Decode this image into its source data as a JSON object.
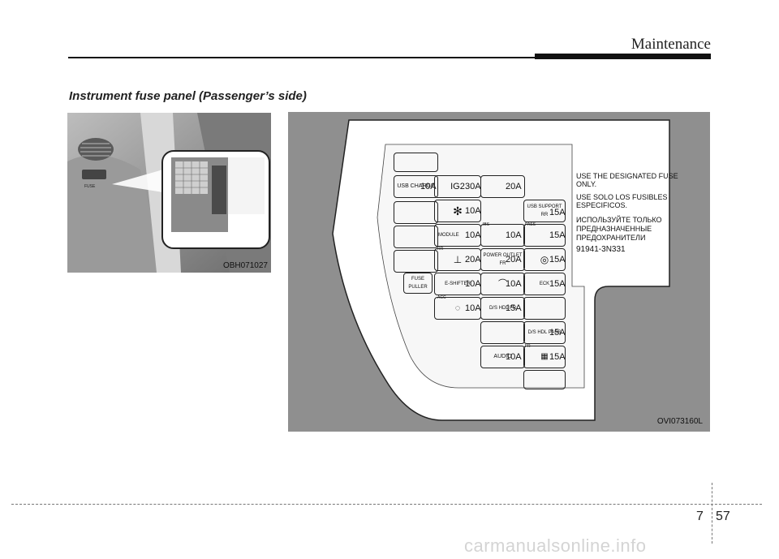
{
  "header": {
    "title": "Maintenance"
  },
  "section": {
    "title": "Instrument fuse panel (Passenger’s side)"
  },
  "photo": {
    "code": "OBH071027",
    "fuse_text": "FUSE"
  },
  "diagram": {
    "code": "OVI073160L",
    "notes": [
      "USE THE DESIGNATED FUSE",
      "ONLY.",
      "USE SOLO LOS FUSIBLES",
      "ESPECIFICOS.",
      "ИСПОЛЬЗУЙТЕ ТОЛЬКО",
      "ПРЕДНАЗНАЧЕННЫЕ",
      "ПРЕДОХРАНИТЕЛИ",
      "91941-3N331"
    ],
    "fuse_puller": "FUSE PULLER",
    "cells": {
      "usb_charge": "USB CHARGE",
      "ig2": "IG2",
      "module": "MODULE",
      "e_shifter": "E-SHIFTER",
      "usb_support": "USB SUPPORT RR",
      "power_outlet": "POWER OUTLET FR",
      "ds_hdl_fr": "D/S HDL FR",
      "ds_hdl_pass": "D/S HDL PASS",
      "eck": "ECK",
      "audio": "AUDIO",
      "small_ibs": "IBS",
      "small_pass1": "PASS",
      "small_rr": "RR",
      "small_acc": "ACC",
      "small_fr": "FR"
    },
    "amps": {
      "a1": "10A",
      "a2": "30A",
      "a3": "20A",
      "a4": "10A",
      "a5": "15A",
      "a6": "10A",
      "a7": "10A",
      "a8": "15A",
      "a9": "20A",
      "a10": "20A",
      "a11": "15A",
      "a12": "10A",
      "a13": "10A",
      "a14": "15A",
      "a15": "10A",
      "a16": "15A",
      "a17": "15A",
      "a18": "10A",
      "a19": "15A"
    }
  },
  "footer": {
    "chapter": "7",
    "page": "57",
    "watermark": "carmanualsonline.info"
  }
}
